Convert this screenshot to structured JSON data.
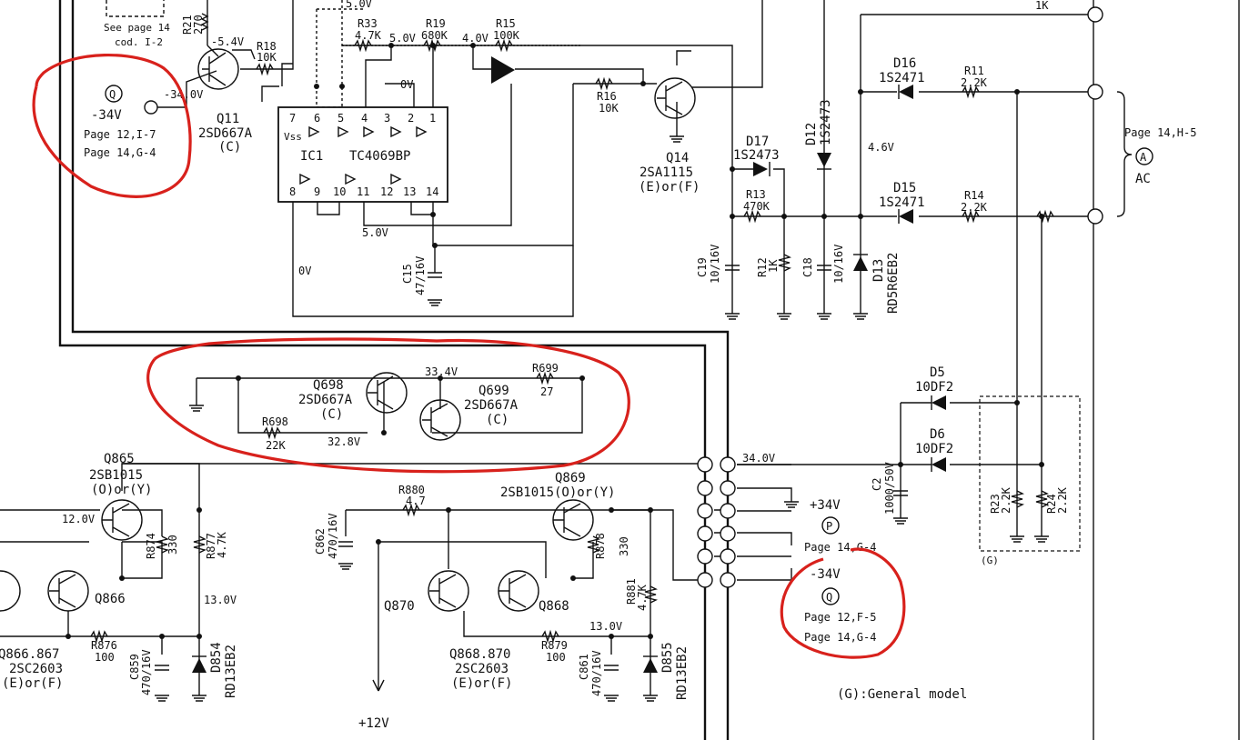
{
  "colors": {
    "wire": "#111111",
    "annotation": "#d8211c",
    "background": "#ffffff"
  },
  "top_left": {
    "see_page": "See page 14",
    "cod": "cod. I-2",
    "r21": "R21",
    "r21_val": "270",
    "v_neg54": "-5.4V",
    "r18": "R18",
    "r18_val": "10K",
    "v_top": "5.0V"
  },
  "dividers": {
    "r33": "R33",
    "r33_val": "4.7K",
    "v_50a": "5.0V",
    "r19": "R19",
    "r19_val": "680K",
    "v_40": "4.0V",
    "r15": "R15",
    "r15_val": "100K"
  },
  "q11": {
    "name": "Q11",
    "part": "2SD667A",
    "grade": "(C)"
  },
  "ic1": {
    "name": "IC1",
    "part": "TC4069BP",
    "vss": "Vss",
    "pins_top": [
      "7",
      "6",
      "5",
      "4",
      "3",
      "2",
      "1"
    ],
    "pins_bottom": [
      "8",
      "9",
      "10",
      "11",
      "12",
      "13",
      "14"
    ],
    "v_0": "0V",
    "v_50": "5.0V",
    "v_0b": "0V"
  },
  "c15": {
    "name": "C15",
    "val": "47/16V"
  },
  "r16": {
    "name": "R16",
    "val": "10K"
  },
  "q14": {
    "name": "Q14",
    "part": "2SA1115",
    "grade": "(E)or(F)"
  },
  "left_ref": {
    "symbol": "Q",
    "voltage": "-34V",
    "node_v": "-34.0V",
    "ref1": "Page 12,I-7",
    "ref2": "Page 14,G-4"
  },
  "d17": {
    "name": "D17",
    "part": "1S2473"
  },
  "d12": {
    "name": "D12",
    "part": "1S2473"
  },
  "d16": {
    "name": "D16",
    "part": "1S2471"
  },
  "d15": {
    "name": "D15",
    "part": "1S2471"
  },
  "d13": {
    "name": "D13",
    "part": "RD5R6EB2"
  },
  "r13": {
    "name": "R13",
    "val": "470K"
  },
  "r12": {
    "name": "R12",
    "val": "1K"
  },
  "c19": {
    "name": "C19",
    "val": "10/16V"
  },
  "c18": {
    "name": "C18",
    "val": "10/16V"
  },
  "v_46": "4.6V",
  "r11": {
    "name": "R11",
    "val": "2.2K"
  },
  "r14": {
    "name": "R14",
    "val": "2.2K"
  },
  "r_top": "1K",
  "ac_ref": {
    "page": "Page 14,H-5",
    "symbol": "A",
    "label": "AC"
  },
  "q698": {
    "name": "Q698",
    "part": "2SD667A",
    "grade": "(C)"
  },
  "q699": {
    "name": "Q699",
    "part": "2SD667A",
    "grade": "(C)"
  },
  "r699": {
    "name": "R699",
    "val": "27"
  },
  "r698": {
    "name": "R698",
    "val": "22K"
  },
  "v_334": "33.4V",
  "v_328": "32.8V",
  "q865": {
    "name": "Q865",
    "part": "2SB1015",
    "grade": "(O)or(Y)"
  },
  "q866": {
    "name": "Q866"
  },
  "q866_867": {
    "name": "Q866.867",
    "part": "2SC2603",
    "grade": "(E)or(F)"
  },
  "v_120": "12.0V",
  "v_130a": "13.0V",
  "r874": {
    "name": "R874",
    "val": "330"
  },
  "r877": {
    "name": "R877",
    "val": "4.7K"
  },
  "r876": {
    "name": "R876",
    "val": "100"
  },
  "c859": {
    "name": "C859",
    "val": "470/16V"
  },
  "d854": {
    "name": "D854",
    "part": "RD13EB2"
  },
  "r880": {
    "name": "R880",
    "val": "4.7"
  },
  "c862": {
    "name": "C862",
    "val": "470/16V"
  },
  "q869": {
    "name": "Q869",
    "part": "2SB1015(O)or(Y)"
  },
  "q870": {
    "name": "Q870"
  },
  "q868": {
    "name": "Q868"
  },
  "q868_870": {
    "name": "Q868.870",
    "part": "2SC2603",
    "grade": "(E)or(F)"
  },
  "r878": {
    "name": "R878",
    "val": "330"
  },
  "r881": {
    "name": "R881",
    "val": "4.7K"
  },
  "r879": {
    "name": "R879",
    "val": "100"
  },
  "v_130b": "13.0V",
  "c861": {
    "name": "C861",
    "val": "470/16V"
  },
  "d855": {
    "name": "D855",
    "part": "RD13EB2"
  },
  "v_12": "+12V",
  "v_340": "34.0V",
  "p_ref": {
    "voltage": "+34V",
    "symbol": "P",
    "page": "Page 14,G-4"
  },
  "q_ref": {
    "voltage": "-34V",
    "symbol": "Q",
    "ref1": "Page 12,F-5",
    "ref2": "Page 14,G-4"
  },
  "d5": {
    "name": "D5",
    "part": "10DF2"
  },
  "d6": {
    "name": "D6",
    "part": "10DF2"
  },
  "c2": {
    "name": "C2",
    "val": "1000/50V"
  },
  "r23": {
    "name": "R23",
    "val": "2.2K"
  },
  "r24": {
    "name": "R24",
    "val": "2.2K"
  },
  "g_box": "(G)",
  "note": "(G):General model"
}
